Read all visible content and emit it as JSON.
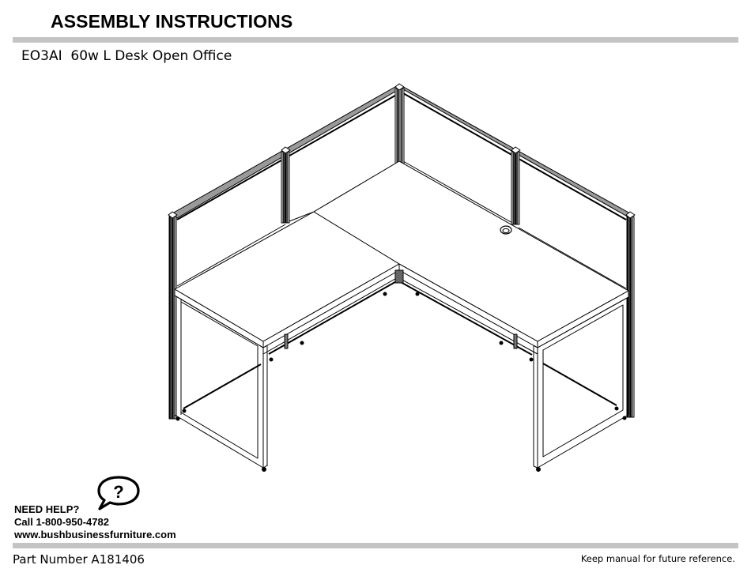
{
  "header": {
    "title": "ASSEMBLY INSTRUCTIONS",
    "product": "EO3AI  60w L Desk Open Office"
  },
  "illustration": {
    "subject": "L-shaped desk with privacy panels",
    "icons": [
      "question-bubble-icon",
      "grommet-icon"
    ]
  },
  "help": {
    "heading": "NEED HELP?",
    "phone": "Call 1-800-950-4782",
    "website": "www.bushbusinessfurniture.com",
    "icon": "question-bubble-icon",
    "icon_glyph": "?"
  },
  "footer": {
    "part_number": "Part Number A181406",
    "note": "Keep manual for future reference."
  },
  "colors": {
    "rule_bar": "#c4c4c4",
    "text": "#000000",
    "post_shade": "#8a8a8a"
  }
}
